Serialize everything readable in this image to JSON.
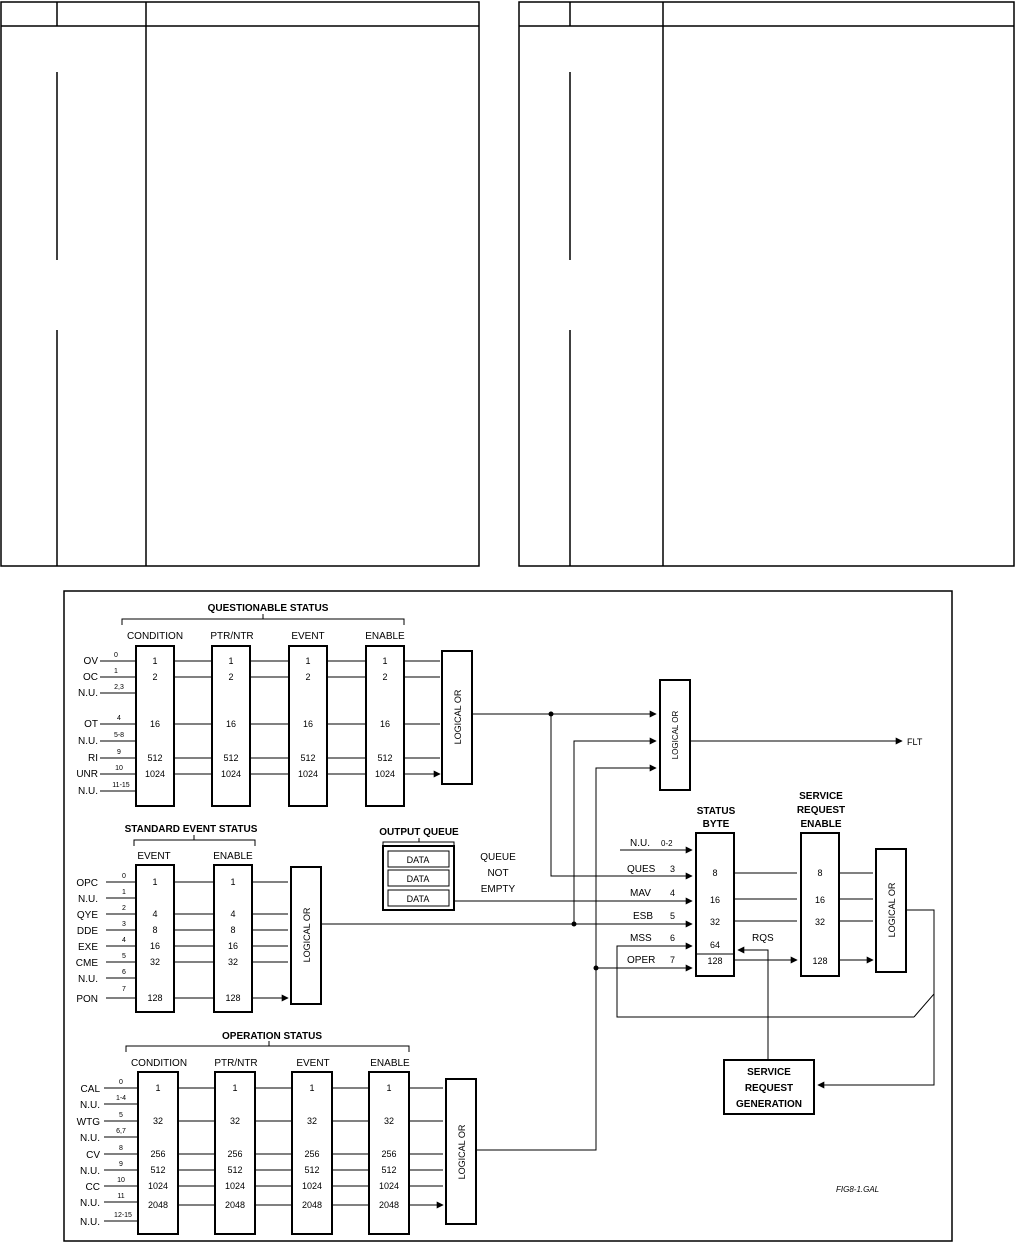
{
  "diagram": {
    "figure_id": "FIG8-1.GAL",
    "questionable": {
      "title": "QUESTIONABLE STATUS",
      "headers": [
        "CONDITION",
        "PTR/NTR",
        "EVENT",
        "ENABLE"
      ],
      "inputs": [
        {
          "name": "OV",
          "bit": "0"
        },
        {
          "name": "OC",
          "bit": "1"
        },
        {
          "name": "N.U.",
          "bit": "2,3"
        },
        {
          "name": "OT",
          "bit": "4"
        },
        {
          "name": "N.U.",
          "bit": "5-8"
        },
        {
          "name": "RI",
          "bit": "9"
        },
        {
          "name": "UNR",
          "bit": "10"
        },
        {
          "name": "N.U.",
          "bit": "11-15"
        }
      ],
      "values": [
        "1",
        "2",
        "16",
        "512",
        "1024"
      ],
      "or_label": "LOGICAL OR"
    },
    "standard_event": {
      "title": "STANDARD EVENT STATUS",
      "headers": [
        "EVENT",
        "ENABLE"
      ],
      "inputs": [
        {
          "name": "OPC",
          "bit": "0"
        },
        {
          "name": "N.U.",
          "bit": "1"
        },
        {
          "name": "QYE",
          "bit": "2"
        },
        {
          "name": "DDE",
          "bit": "3"
        },
        {
          "name": "EXE",
          "bit": "4"
        },
        {
          "name": "CME",
          "bit": "5"
        },
        {
          "name": "N.U.",
          "bit": "6"
        },
        {
          "name": "PON",
          "bit": "7"
        }
      ],
      "values": [
        "1",
        "4",
        "8",
        "16",
        "32",
        "128"
      ],
      "or_label": "LOGICAL OR"
    },
    "output_queue": {
      "title": "OUTPUT QUEUE",
      "slots": [
        "DATA",
        "DATA",
        "DATA"
      ],
      "note": [
        "QUEUE",
        "NOT",
        "EMPTY"
      ]
    },
    "operation": {
      "title": "OPERATION STATUS",
      "headers": [
        "CONDITION",
        "PTR/NTR",
        "EVENT",
        "ENABLE"
      ],
      "inputs": [
        {
          "name": "CAL",
          "bit": "0"
        },
        {
          "name": "N.U.",
          "bit": "1-4"
        },
        {
          "name": "WTG",
          "bit": "5"
        },
        {
          "name": "N.U.",
          "bit": "6,7"
        },
        {
          "name": "CV",
          "bit": "8"
        },
        {
          "name": "N.U.",
          "bit": "9"
        },
        {
          "name": "CC",
          "bit": "10"
        },
        {
          "name": "N.U.",
          "bit": "11"
        },
        {
          "name": "N.U.",
          "bit": "12-15"
        }
      ],
      "values": [
        "1",
        "32",
        "256",
        "512",
        "1024",
        "2048"
      ],
      "or_label": "LOGICAL OR"
    },
    "fault_or_label": "LOGICAL OR",
    "flt_label": "FLT",
    "status_byte": {
      "title": [
        "STATUS",
        "BYTE"
      ],
      "inputs": [
        {
          "name": "N.U.",
          "bit": "0-2"
        },
        {
          "name": "QUES",
          "bit": "3"
        },
        {
          "name": "MAV",
          "bit": "4"
        },
        {
          "name": "ESB",
          "bit": "5"
        },
        {
          "name": "MSS",
          "bit": "6"
        },
        {
          "name": "OPER",
          "bit": "7"
        }
      ],
      "values": [
        "8",
        "16",
        "32",
        "64",
        "128"
      ],
      "rqs_label": "RQS"
    },
    "service_request_enable": {
      "title": [
        "SERVICE",
        "REQUEST",
        "ENABLE"
      ],
      "values": [
        "8",
        "16",
        "32",
        "128"
      ],
      "or_label": "LOGICAL OR"
    },
    "service_request_generation": [
      "SERVICE",
      "REQUEST",
      "GENERATION"
    ]
  }
}
